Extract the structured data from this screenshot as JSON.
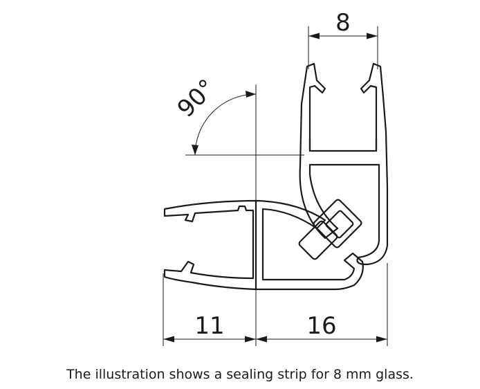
{
  "dimensions": {
    "top_width": "8",
    "bottom_left": "11",
    "bottom_right": "16",
    "angle": "90°"
  },
  "caption": "The illustration shows a sealing strip for 8 mm glass."
}
